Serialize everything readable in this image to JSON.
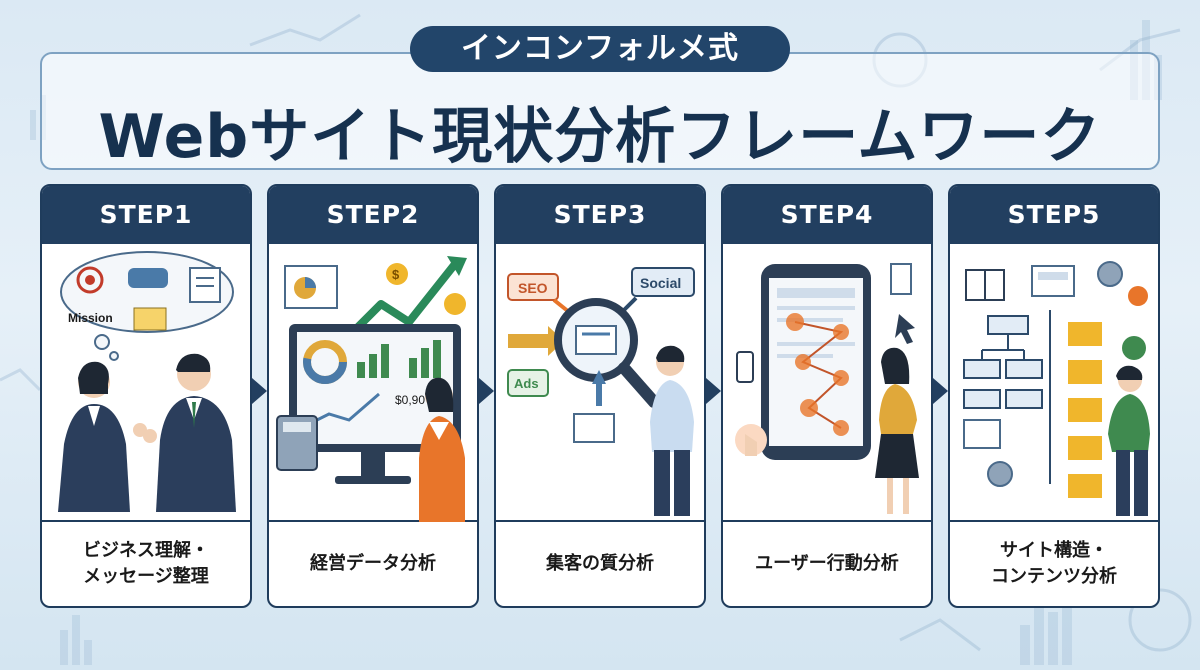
{
  "badge": "インコンフォルメ式",
  "title": "Webサイト現状分析フレームワーク",
  "steps": [
    {
      "label": "STEP1",
      "desc": [
        "ビジネス理解・",
        "メッセージ整理"
      ],
      "icon": "business-meeting"
    },
    {
      "label": "STEP2",
      "desc": [
        "経営データ分析"
      ],
      "icon": "data-dashboard"
    },
    {
      "label": "STEP3",
      "desc": [
        "集客の質分析"
      ],
      "icon": "magnifier-traffic"
    },
    {
      "label": "STEP4",
      "desc": [
        "ユーザー行動分析"
      ],
      "icon": "smartphone-heatmap"
    },
    {
      "label": "STEP5",
      "desc": [
        "サイト構造・",
        "コンテンツ分析"
      ],
      "icon": "sitemap-folders"
    }
  ],
  "illustration_text": {
    "mission": "Mission",
    "seo": "SEO",
    "social": "Social",
    "ads": "Ads",
    "price": "$0,90",
    "dollar": "$"
  },
  "colors": {
    "navy": "#223f60",
    "accent_orange": "#e8752a",
    "accent_green": "#3f8a4f",
    "background": "#dbe9f4"
  }
}
